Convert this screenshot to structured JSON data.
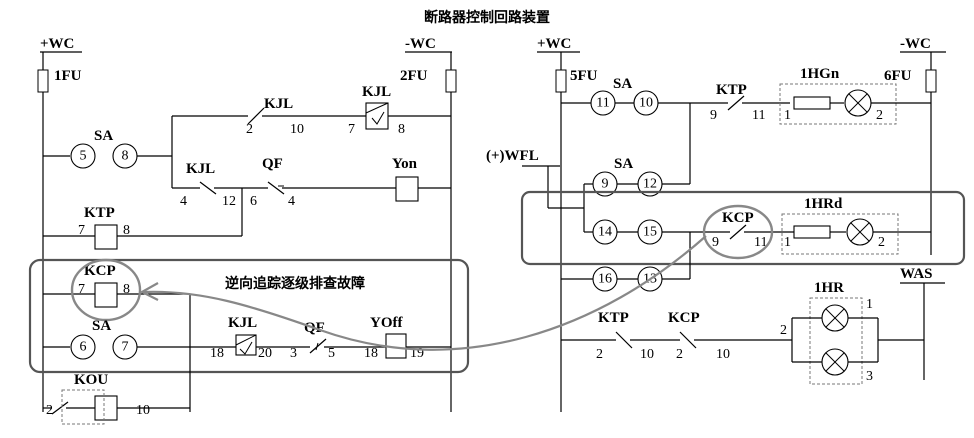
{
  "title": "断路器控制回路装置",
  "annotation": "逆向追踪逐级排查故障",
  "buses": {
    "pos": "+WC",
    "neg": "-WC",
    "flash": "(+)WFL",
    "alarm": "WAS"
  },
  "fuses": [
    "1FU",
    "2FU",
    "5FU",
    "6FU"
  ],
  "relays": {
    "kjl": "KJL",
    "qf": "QF",
    "yon": "Yon",
    "ktp": "KTP",
    "kcp": "KCP",
    "yoff": "YOff",
    "kou": "KOU",
    "sa": "SA"
  },
  "lamps": {
    "green": "1HGn",
    "red": "1HRd",
    "alarm": "1HR"
  },
  "terminals": {
    "sa_5": "5",
    "sa_8": "8",
    "sa_6": "6",
    "sa_7": "7",
    "sa_11": "11",
    "sa_10": "10",
    "sa_9": "9",
    "sa_12": "12",
    "sa_14": "14",
    "sa_15": "15",
    "sa_16": "16",
    "sa_13": "13"
  },
  "pins": {
    "kjl_a_2": "2",
    "kjl_a_10": "10",
    "kjl_coil_7": "7",
    "kjl_coil_8": "8",
    "kjl_b_4": "4",
    "kjl_b_12": "12",
    "qf_6": "6",
    "qf_4": "4",
    "ktp_l_7": "7",
    "ktp_l_8": "8",
    "kcp_l_7": "7",
    "kcp_l_8": "8",
    "kjl_c_18": "18",
    "kjl_c_20": "20",
    "qf_3": "3",
    "qf_5": "5",
    "yoff_18": "18",
    "yoff_19": "19",
    "kou_2": "2",
    "kou_10": "10",
    "ktp_r_9": "9",
    "ktp_r_11": "11",
    "hgn_1": "1",
    "hgn_2": "2",
    "kcp_r_9": "9",
    "kcp_r_11": "11",
    "hrd_1": "1",
    "hrd_2": "2",
    "ktp_b_2": "2",
    "ktp_b_10": "10",
    "kcp_b_2": "2",
    "kcp_b_10": "10",
    "hr_1": "1",
    "hr_2": "2",
    "hr_3": "3"
  }
}
